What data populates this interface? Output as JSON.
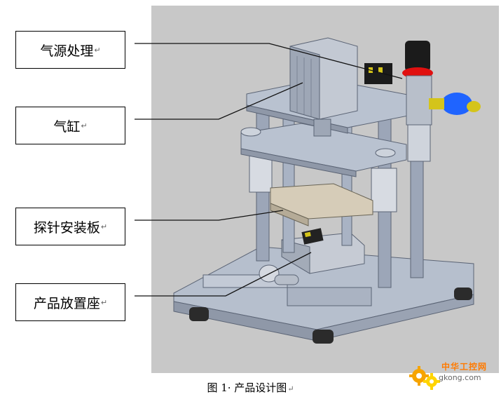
{
  "labels": [
    {
      "text": "气源处理"
    },
    {
      "text": "气缸"
    },
    {
      "text": "探针安装板"
    },
    {
      "text": "产品放置座"
    }
  ],
  "caption": "图 1· 产品设计图",
  "paragraph_mark": "↵",
  "watermark": {
    "brand": "中华工控网",
    "url": "gkong.com"
  },
  "colors": {
    "render_bg": "#c8c8c8",
    "steel": "#a9b3c4",
    "accent_red": "#e01010",
    "accent_blue": "#1f64ff",
    "accent_yellow": "#d4c41a",
    "watermark_orange": "#ff7a00"
  }
}
